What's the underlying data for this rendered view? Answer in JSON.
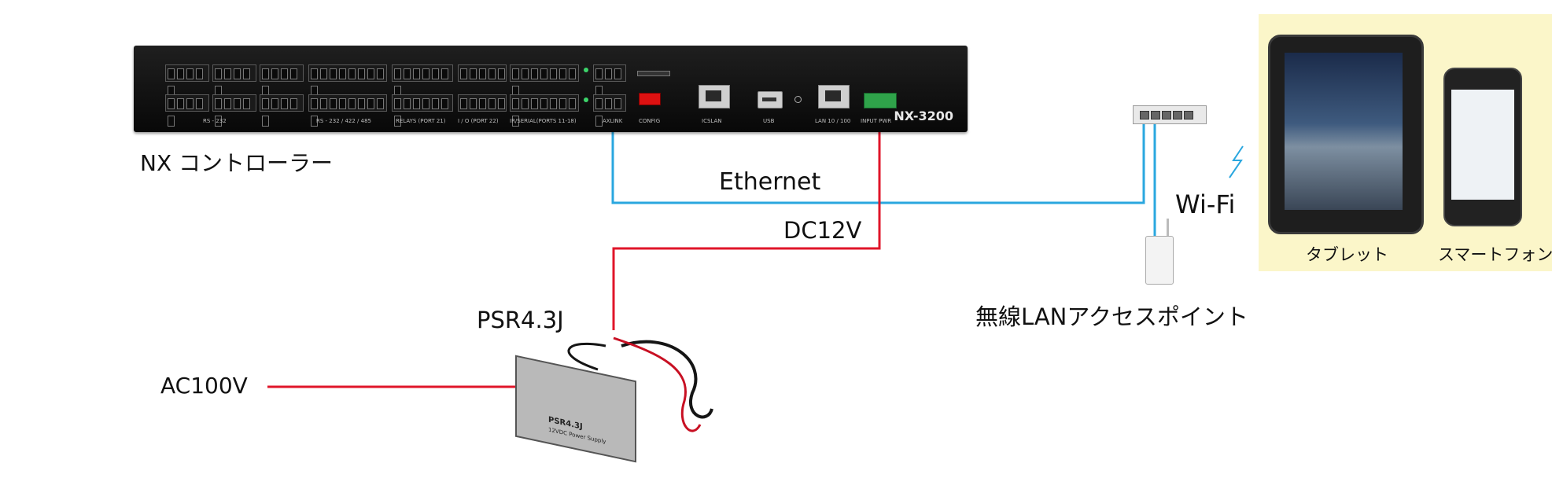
{
  "labels": {
    "controller": "NX コントローラー",
    "ethernet": "Ethernet",
    "dc": "DC12V",
    "wifi": "Wi-Fi",
    "psu": "PSR4.3J",
    "ac": "AC100V",
    "access_point": "無線LANアクセスポイント",
    "tablet": "タブレット",
    "smartphone": "スマートフォン"
  },
  "controller": {
    "model": "NX-3200",
    "port_labels": [
      "RS - 232",
      "RS - 232 / 422 / 485",
      "RELAYS (PORT 21)",
      "I / O (PORT 22)",
      "IR/SERIAL(PORTS 11-18)",
      "AXLINK",
      "CONFIG",
      "ICSLAN",
      "USB",
      "LAN 10 / 100",
      "INPUT PWR"
    ]
  },
  "psu_device": {
    "model_text": "PSR4.3J",
    "desc_text": "12VDC Power Supply"
  },
  "colors": {
    "ethernet_cable": "#2aa7df",
    "power_cable": "#e0152a",
    "device_panel": "#fbf6c9"
  }
}
